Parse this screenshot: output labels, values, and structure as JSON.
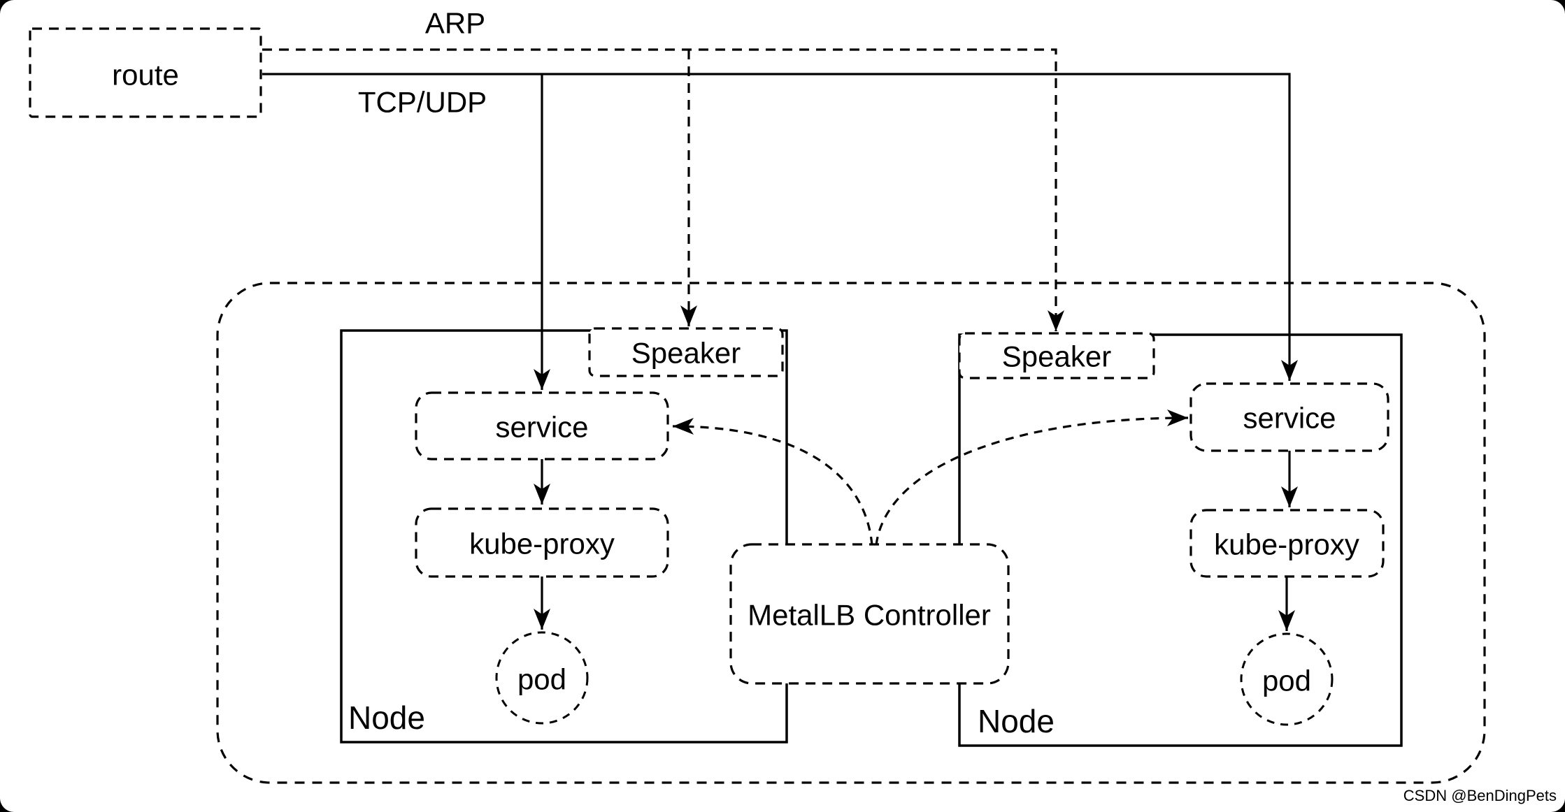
{
  "diagram": {
    "route_label": "route",
    "arp_label": "ARP",
    "tcp_udp_label": "TCP/UDP",
    "controller_label": "MetalLB Controller",
    "watermark": "CSDN @BenDingPets",
    "nodes": [
      {
        "label": "Node",
        "speaker": "Speaker",
        "service": "service",
        "kube_proxy": "kube-proxy",
        "pod": "pod"
      },
      {
        "label": "Node",
        "speaker": "Speaker",
        "service": "service",
        "kube_proxy": "kube-proxy",
        "pod": "pod"
      }
    ],
    "colors": {
      "line": "#000000",
      "canvas": "#ffffff",
      "page": "#000000",
      "watermark": "#c2bbbb"
    }
  }
}
